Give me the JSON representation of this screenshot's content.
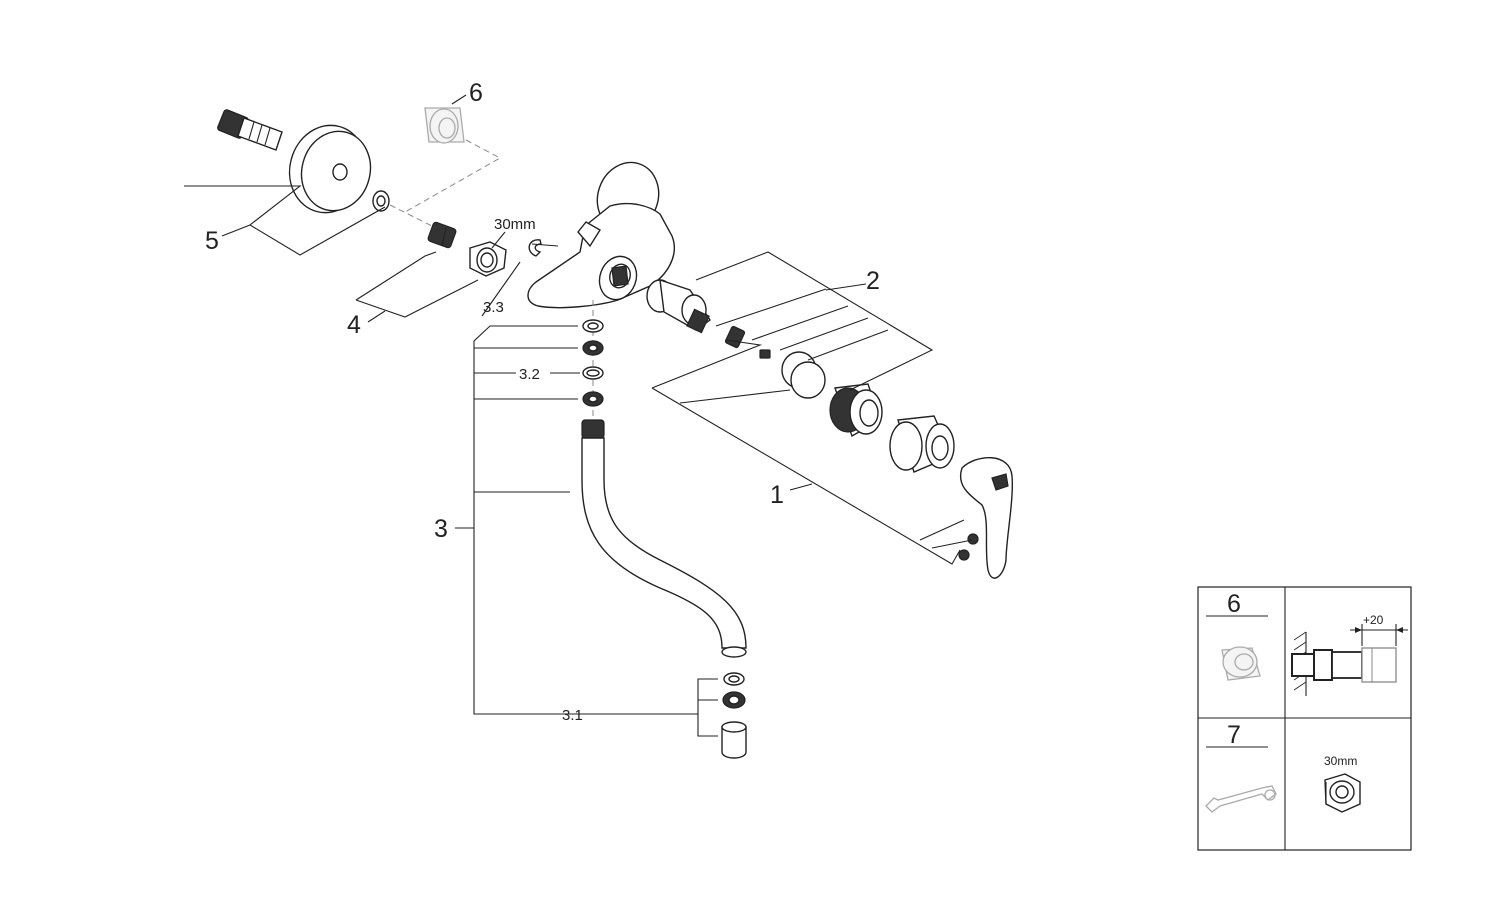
{
  "callouts": {
    "c1": "1",
    "c2": "2",
    "c3": "3",
    "c3_1": "3.1",
    "c3_2": "3.2",
    "c3_3": "3.3",
    "c4": "4",
    "c5": "5",
    "c6": "6",
    "nut_size": "30mm"
  },
  "legend": {
    "cell6_number": "6",
    "cell7_number": "7",
    "extension_dim": "+20",
    "nut_size": "30mm"
  }
}
